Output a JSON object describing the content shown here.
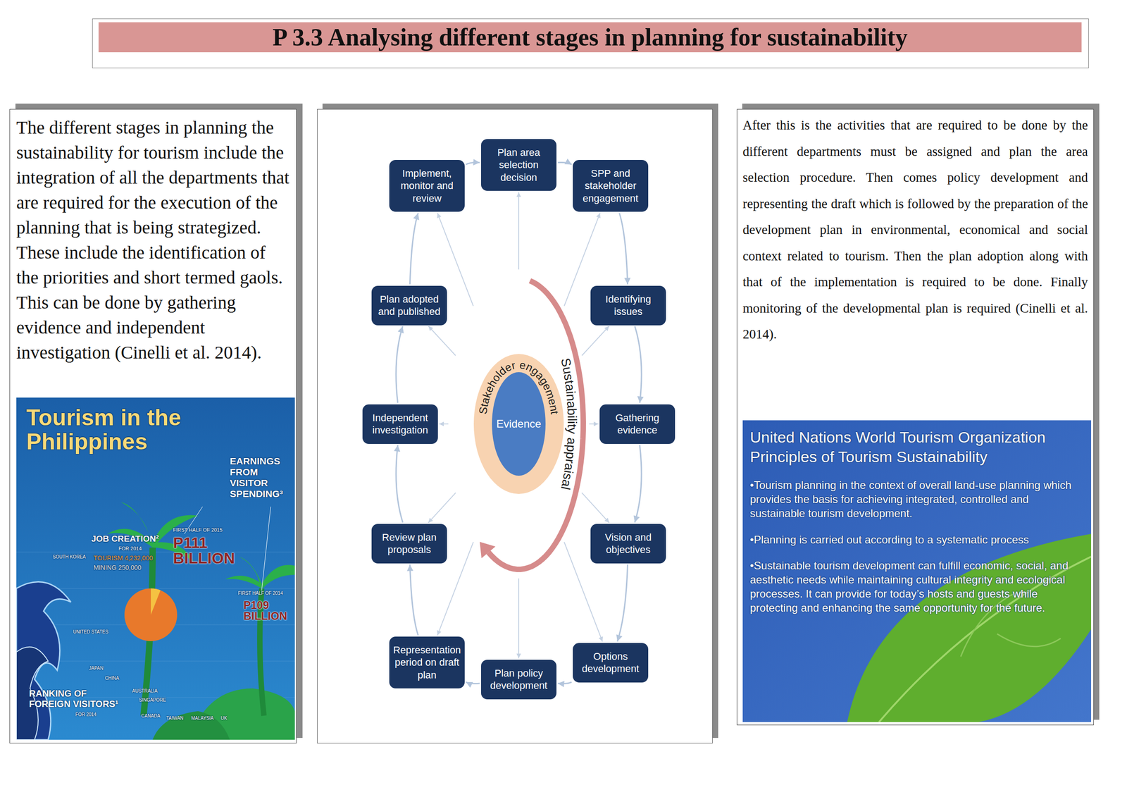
{
  "diagram": {
    "title": "P 3.3 Analysing different stages in planning for sustainability",
    "nodes": [
      {
        "text": [
          "The different stages in planning the sustainability for tourism include the integration of all the departments that are required for the execution of the planning that is being strategized. These include the identification of the priorities and short termed gaols. This can be done by gathering evidence and independent investigation (Cinelli et al. 2014)."
        ]
      },
      {
        "text": [
          "Plan area selection decision"
        ]
      },
      {
        "text": [
          "SPP and stakeholder engagement"
        ]
      },
      {
        "text": [
          "Identifying issues"
        ]
      },
      {
        "text": [
          "Gathering evidence"
        ]
      },
      {
        "text": [
          "Vision and objectives"
        ]
      },
      {
        "text": [
          "Options development"
        ]
      },
      {
        "text": [
          "Plan policy development"
        ]
      },
      {
        "text": [
          "Representation period on draft plan"
        ]
      },
      {
        "text": [
          "Review plan proposals"
        ]
      },
      {
        "text": [
          "Independent investigation"
        ]
      },
      {
        "text": [
          "Plan adopted and published"
        ]
      },
      {
        "text": [
          "Implement, monitor and review"
        ]
      },
      {
        "text": [
          "Stakeholder engagement"
        ]
      },
      {
        "text": [
          "Evidence"
        ],
        "in": 13
      },
      {
        "text": [
          "After this is the activities that are required to be done by the different departments must be assigned and plan the area selection procedure. Then comes policy development and representing the draft which is followed by the preparation of the development plan in environmental, economical and social context related to tourism. Then the plan adoption along with that of the implementation is required to be done. Finally monitoring of the developmental plan is required (Cinelli et al. 2014)."
        ]
      },
      {
        "text": [
          "United Nations World Tourism Organization Principles of Tourism Sustainability",
          "•Tourism planning in the context of overall land-use planning which provides the basis for achieving integrated, controlled and sustainable tourism development.",
          "•Planning is carried out according to a systematic process",
          "•Sustainable tourism development can fulfill economic, social, and aesthetic needs while maintaining cultural integrity and ecological processes. It can provide for today’s hosts and guests while protecting and enhancing the same opportunity for the future."
        ],
        "in": 15
      }
    ],
    "edges": [
      {
        "from": 1,
        "to": 2,
        "arrow": "to"
      },
      {
        "from": 2,
        "to": 3,
        "arrow": "to"
      },
      {
        "from": 3,
        "to": 4,
        "arrow": "to"
      },
      {
        "from": 4,
        "to": 5,
        "arrow": "to"
      },
      {
        "from": 5,
        "to": 6,
        "arrow": "to"
      },
      {
        "from": 6,
        "to": 7,
        "arrow": "to"
      },
      {
        "from": 7,
        "to": 8,
        "arrow": "to"
      },
      {
        "from": 8,
        "to": 9,
        "arrow": "to"
      },
      {
        "from": 9,
        "to": 10,
        "arrow": "to"
      },
      {
        "from": 10,
        "to": 11,
        "arrow": "to"
      },
      {
        "from": 11,
        "to": 12,
        "arrow": "to"
      },
      {
        "from": 12,
        "to": 1,
        "arrow": "to"
      },
      {
        "from": 13,
        "to": 1,
        "arrow": "to"
      },
      {
        "from": 13,
        "to": 2,
        "arrow": "to"
      },
      {
        "from": 13,
        "to": 3,
        "arrow": "to"
      },
      {
        "from": 13,
        "to": 4,
        "arrow": "to"
      },
      {
        "from": 13,
        "to": 5,
        "arrow": "to"
      },
      {
        "from": 13,
        "to": 6,
        "arrow": "to"
      },
      {
        "from": 13,
        "to": 7,
        "arrow": "to"
      },
      {
        "from": 13,
        "to": 8,
        "arrow": "to"
      },
      {
        "from": 13,
        "to": 9,
        "arrow": "to"
      },
      {
        "from": 13,
        "to": 10,
        "arrow": "to"
      },
      {
        "from": 13,
        "to": 11,
        "arrow": "to"
      },
      {
        "from": 13,
        "to": 12,
        "arrow": "to"
      }
    ],
    "labels": [
      "Sustainability appraisal",
      "Tourism in the Philippines",
      "EARNINGS FROM VISITOR SPENDING³",
      "JOB CREATION²",
      "FOR 2014",
      "TOURISM 4,232,000",
      "MINING 250,000",
      "FIRST HALF OF 2015",
      "P111 BILLION",
      "FIRST HALF OF 2014",
      "P109 BILLION",
      "SOUTH KOREA",
      "UNITED STATES",
      "JAPAN",
      "CHINA",
      "AUSTRALIA",
      "SINGAPORE",
      "CANADA",
      "TAIWAN",
      "MALAYSIA",
      "UK",
      "RANKING OF FOREIGN VISITORS¹",
      "FOR 2014"
    ]
  }
}
